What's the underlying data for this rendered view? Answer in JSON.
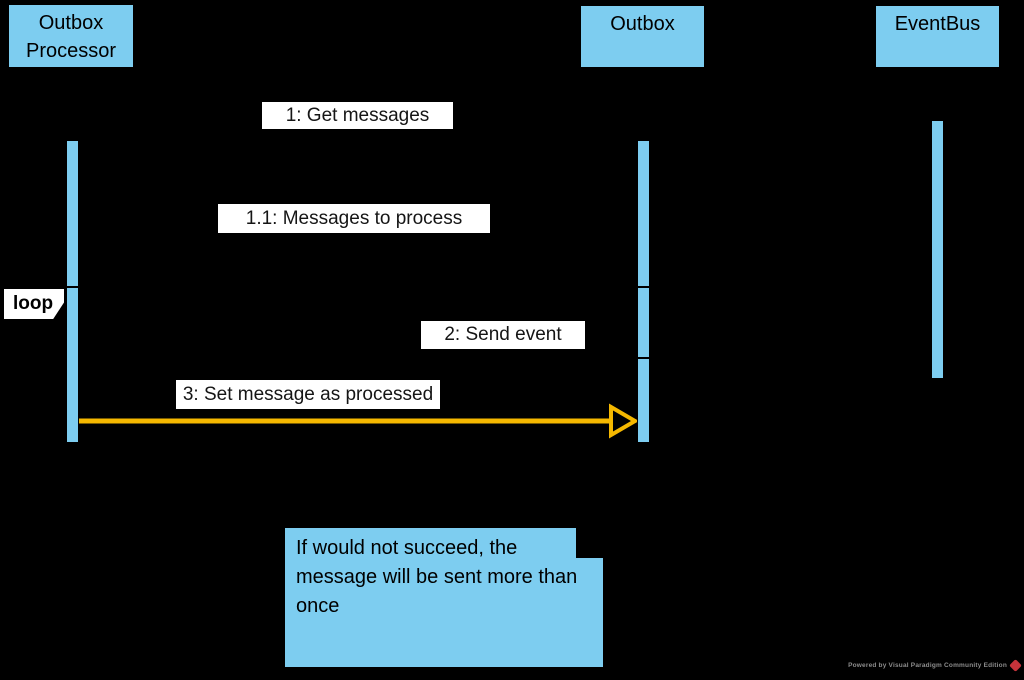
{
  "participants": [
    {
      "label": "Outbox Processor"
    },
    {
      "label": "Outbox"
    },
    {
      "label": "EventBus"
    }
  ],
  "messages": [
    {
      "label": "1: Get messages"
    },
    {
      "label": "1.1: Messages to process"
    },
    {
      "label": "2: Send event"
    },
    {
      "label": "3: Set message as processed",
      "highlighted": true
    }
  ],
  "fragment": {
    "label": "loop"
  },
  "note": {
    "text": "If would not succeed, the message will be sent more than once"
  },
  "watermark": {
    "text": "Powered by Visual Paradigm Community Edition",
    "logo": "visual-paradigm-diamond-logo"
  },
  "colors": {
    "background": "#000000",
    "participant_fill": "#7DCDF0",
    "note_fill": "#7DCDF0",
    "label_background": "#FFFFFF",
    "highlight_arrow": "#F5B800",
    "watermark_text": "#8D8D8D",
    "watermark_logo": "#C5333B"
  }
}
